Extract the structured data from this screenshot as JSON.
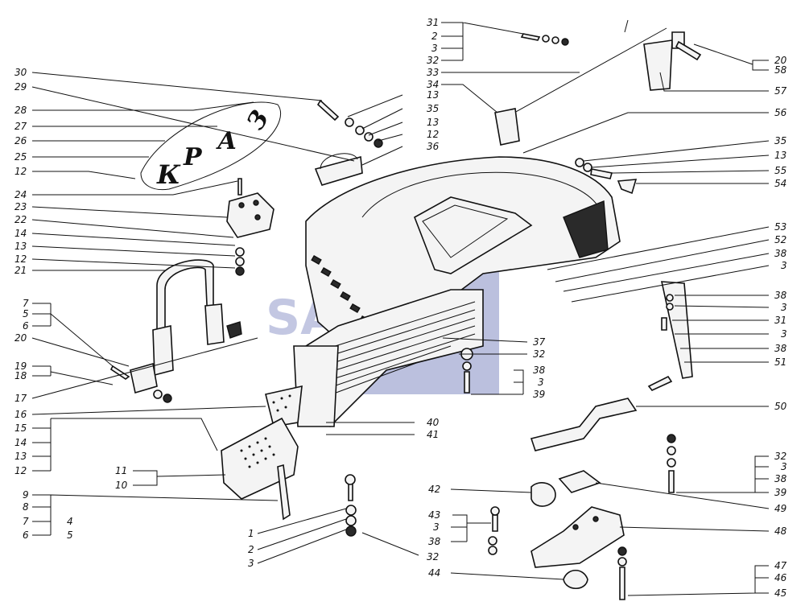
{
  "figure": {
    "brand_letters": [
      "К",
      "Р",
      "А",
      "З"
    ],
    "watermark_text": "SAPIAL",
    "watermark_color": "#3b4aa0"
  },
  "labels_left": [
    "30",
    "29",
    "28",
    "27",
    "26",
    "25",
    "12",
    "24",
    "23",
    "22",
    "14",
    "13",
    "12",
    "21",
    "7",
    "5",
    "6",
    "20",
    "19",
    "18",
    "17",
    "16",
    "15",
    "14",
    "13",
    "12"
  ],
  "labels_left_x": [
    "11",
    "10",
    "9",
    "8",
    "7",
    "6",
    "4",
    "5",
    "1",
    "2",
    "3"
  ],
  "labels_top_center": [
    "31",
    "2",
    "3",
    "32",
    "33",
    "34"
  ],
  "labels_mid": [
    "13",
    "35",
    "13",
    "12",
    "36",
    "37",
    "32",
    "38",
    "3",
    "39",
    "40",
    "41",
    "32",
    "42",
    "43",
    "3",
    "38",
    "44"
  ],
  "labels_right": [
    "20",
    "58",
    "57",
    "56",
    "35",
    "13",
    "55",
    "54",
    "53",
    "52",
    "38",
    "3",
    "38",
    "3",
    "31",
    "3",
    "38",
    "51",
    "50",
    "32",
    "3",
    "38",
    "39",
    "49",
    "48",
    "47",
    "46",
    "45"
  ]
}
